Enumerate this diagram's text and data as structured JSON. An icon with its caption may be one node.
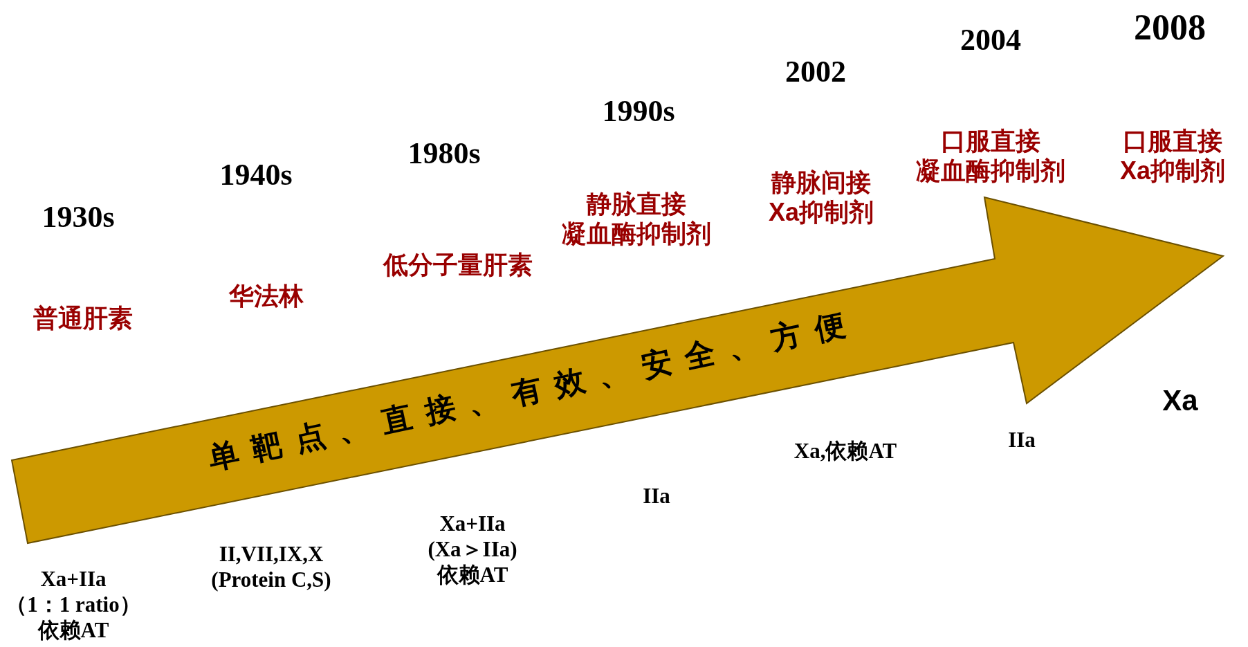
{
  "diagram": {
    "nodes": [
      {
        "text": [
          "单靶点、直接、有效、安全、方便"
        ]
      }
    ],
    "labels": [
      "1930s",
      "普通肝素",
      "Xa+IIa （1：1 ratio）依赖AT",
      "1940s",
      "华法林",
      "II,VII,IX,X (Protein C,S)",
      "1980s",
      "低分子量肝素",
      "Xa+IIa (Xa＞IIa)依赖AT",
      "1990s",
      "静脉直接凝血酶抑制剂",
      "IIa",
      "2002",
      "静脉间接Xa抑制剂",
      "Xa,依赖AT",
      "2004",
      "口服直接凝血酶抑制剂",
      "IIa",
      "2008",
      "口服直接Xa抑制剂",
      "Xa"
    ]
  }
}
